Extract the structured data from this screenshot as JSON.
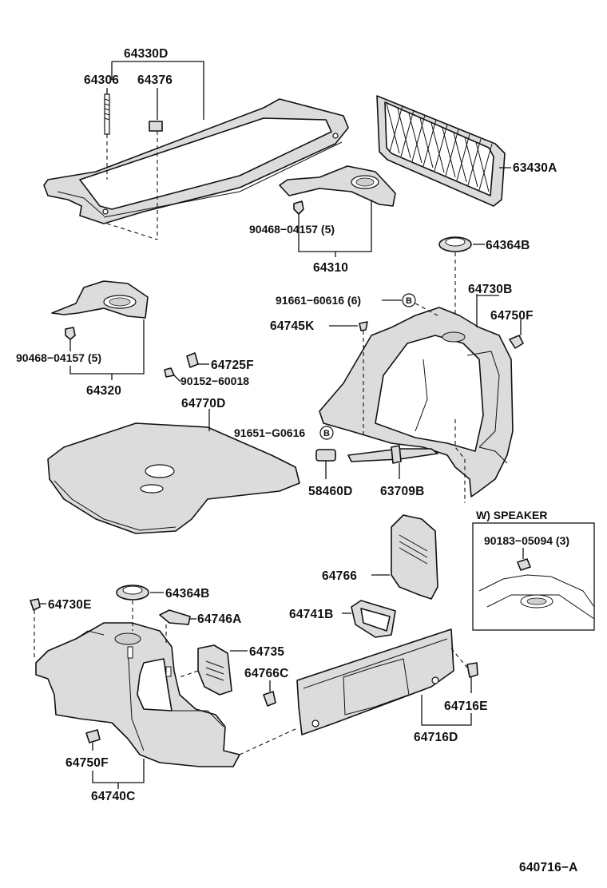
{
  "labels": {
    "p64330D": "64330D",
    "p64306": "64306",
    "p64376": "64376",
    "p63430A": "63430A",
    "p90468_a": "90468−04157 (5)",
    "p64310": "64310",
    "p64364B_top": "64364B",
    "p91661": "91661−60616 (6)",
    "p64730B": "64730B",
    "p64745K": "64745K",
    "p64750F_top": "64750F",
    "p90468_b": "90468−04157 (5)",
    "p64320": "64320",
    "p64725F": "64725F",
    "p90152": "90152−60018",
    "p64770D": "64770D",
    "p91651": "91651−G0616",
    "p58460D": "58460D",
    "p63709B": "63709B",
    "speaker_title": "W) SPEAKER",
    "p90183": "90183−05094 (3)",
    "p64766": "64766",
    "p64730E": "64730E",
    "p64364B_bot": "64364B",
    "p64746A": "64746A",
    "p64741B": "64741B",
    "p64735": "64735",
    "p64766C": "64766C",
    "p64716E": "64716E",
    "p64716D": "64716D",
    "p64750F_bot": "64750F",
    "p64740C": "64740C",
    "diagram_code": "640716−A",
    "ref_b": "B"
  }
}
